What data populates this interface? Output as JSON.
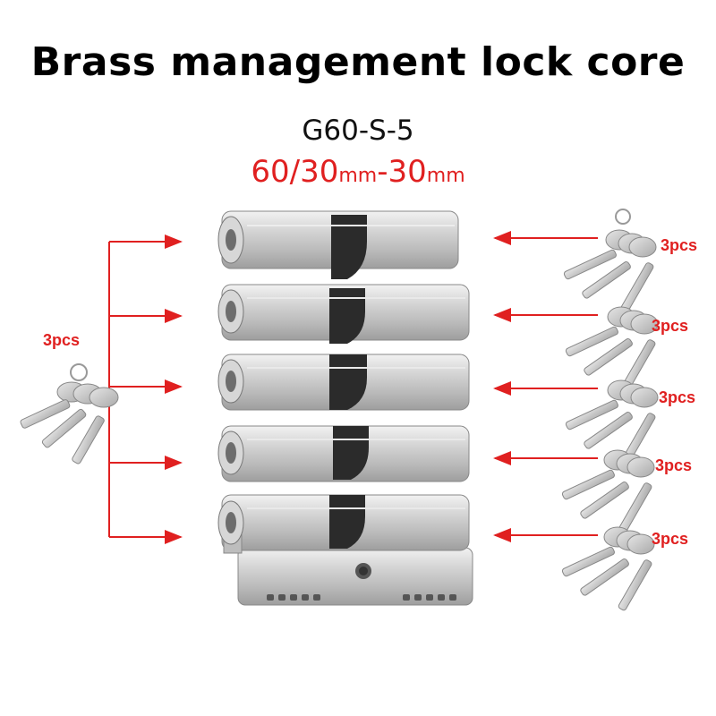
{
  "header": {
    "title": "Brass management lock core",
    "model": "G60-S-5",
    "size": {
      "part1": "60/30",
      "unit1": "mm",
      "part2": "-30",
      "unit2": "mm"
    }
  },
  "left_keys": {
    "qty_label": "3pcs"
  },
  "right_keys": [
    {
      "qty_label": "3pcs"
    },
    {
      "qty_label": "3pcs"
    },
    {
      "qty_label": "3pcs"
    },
    {
      "qty_label": "3pcs"
    },
    {
      "qty_label": "3pcs"
    }
  ],
  "colors": {
    "accent": "#e02020",
    "metal": "#c9c9c9",
    "cam": "#2b2b2b"
  },
  "icons": [
    "lock-cylinder-icon",
    "key-bundle-icon",
    "arrow-icon"
  ]
}
